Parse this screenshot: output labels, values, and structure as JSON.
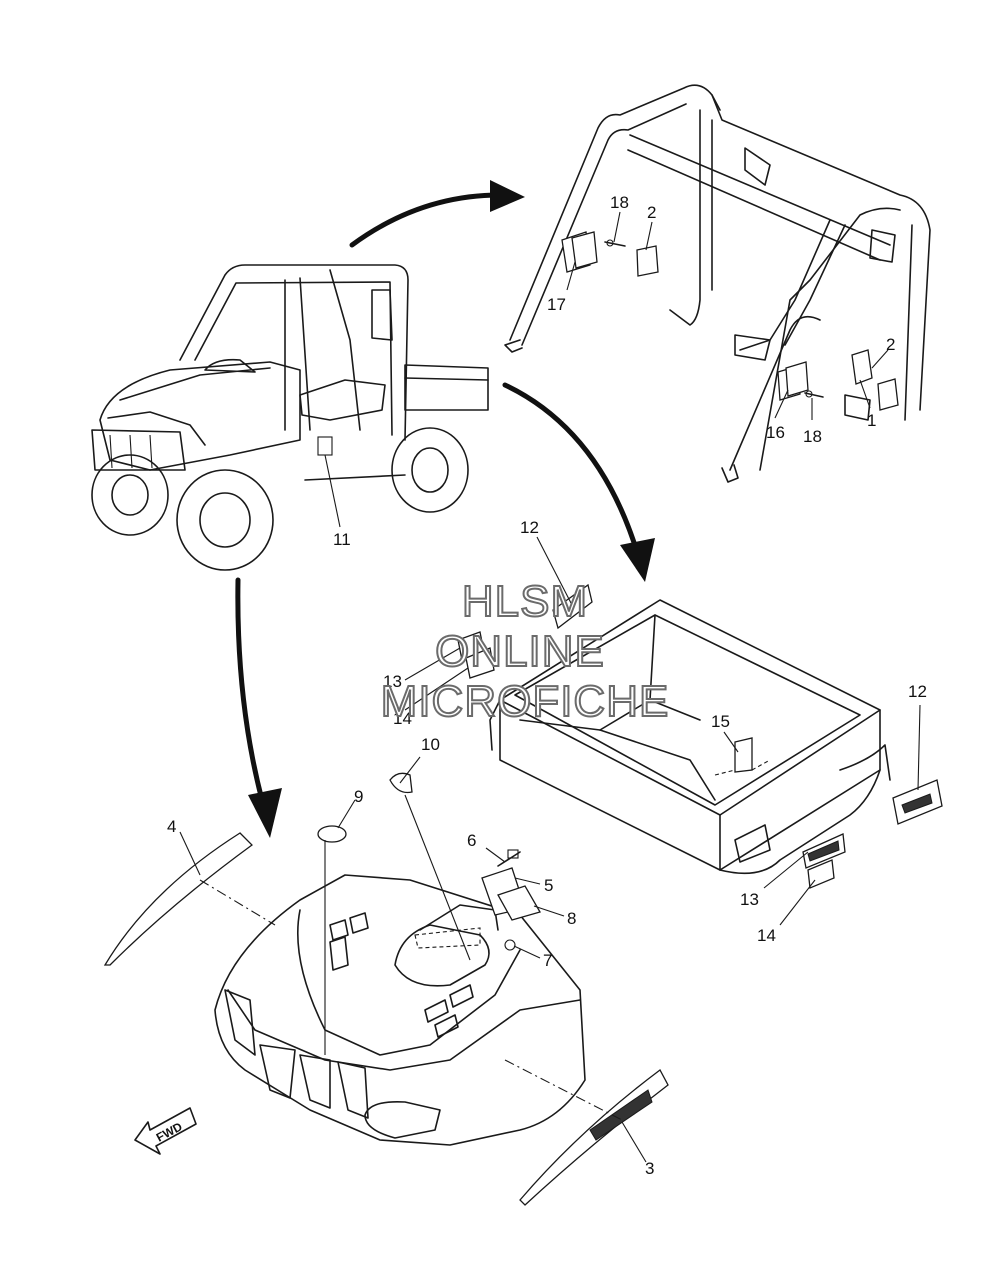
{
  "watermark": {
    "line1": "HLSM",
    "line2": "ONLINE",
    "line3": "MICROFICHE"
  },
  "direction_label": "FWD",
  "callouts": [
    {
      "id": "c18a",
      "text": "18"
    },
    {
      "id": "c2a",
      "text": "2"
    },
    {
      "id": "c17",
      "text": "17"
    },
    {
      "id": "c2b",
      "text": "2"
    },
    {
      "id": "c1",
      "text": "1"
    },
    {
      "id": "c16",
      "text": "16"
    },
    {
      "id": "c18b",
      "text": "18"
    },
    {
      "id": "c11",
      "text": "11"
    },
    {
      "id": "c12a",
      "text": "12"
    },
    {
      "id": "c13a",
      "text": "13"
    },
    {
      "id": "c14a",
      "text": "14"
    },
    {
      "id": "c12b",
      "text": "12"
    },
    {
      "id": "c15",
      "text": "15"
    },
    {
      "id": "c10",
      "text": "10"
    },
    {
      "id": "c9",
      "text": "9"
    },
    {
      "id": "c4",
      "text": "4"
    },
    {
      "id": "c6",
      "text": "6"
    },
    {
      "id": "c5",
      "text": "5"
    },
    {
      "id": "c8",
      "text": "8"
    },
    {
      "id": "c7",
      "text": "7"
    },
    {
      "id": "c13b",
      "text": "13"
    },
    {
      "id": "c14b",
      "text": "14"
    },
    {
      "id": "c3",
      "text": "3"
    }
  ]
}
